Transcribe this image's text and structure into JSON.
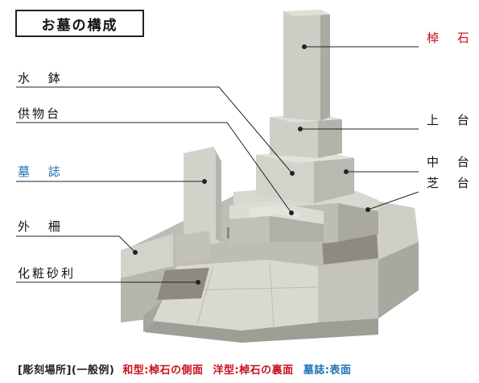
{
  "title": "お墓の構成",
  "labels": {
    "saoishi": "棹 石",
    "suibachi": "水 鉢",
    "kumotsudai": "供物台",
    "jodai": "上 台",
    "boshi": "墓 誌",
    "chudai": "中 台",
    "shibadai": "芝 台",
    "gaisaku": "外 柵",
    "keshojari": "化粧砂利"
  },
  "caption": {
    "heading": "[彫刻場所](一般例)",
    "wagata": "和型:棹石の側面",
    "yogata": "洋型:棹石の裏面",
    "boshi": "墓誌:表面"
  },
  "colors": {
    "red": "#c8101e",
    "blue": "#1f72b8",
    "stone": "#c9c9c2"
  }
}
